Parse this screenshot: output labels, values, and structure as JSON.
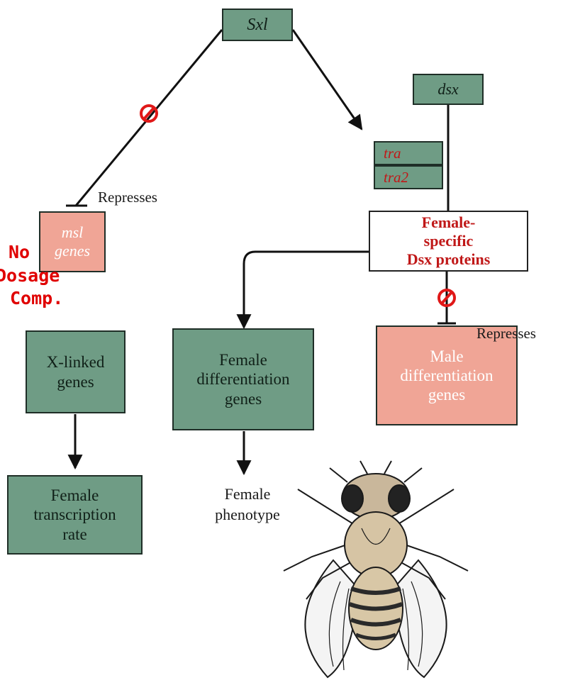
{
  "boxes": {
    "sxl": "Sxl",
    "dsx": "dsx",
    "tra": "tra",
    "tra2": "tra2",
    "msl": [
      "msl",
      "genes"
    ],
    "female_dsx": [
      "Female-",
      "specific",
      "Dsx proteins"
    ],
    "x_linked": [
      "X-linked",
      "genes"
    ],
    "female_diff": [
      "Female",
      "differentiation",
      "genes"
    ],
    "male_diff": [
      "Male",
      "differentiation",
      "genes"
    ],
    "female_tx": [
      "Female",
      "transcription",
      "rate"
    ]
  },
  "labels": {
    "represses_msl": "Represses",
    "represses_male": "Represses",
    "female_phenotype": [
      "Female",
      "phenotype"
    ]
  },
  "annotation": [
    "No",
    "Dosage",
    "Comp."
  ],
  "colors": {
    "gene_box": "#6f9c85",
    "repressed_box": "#f0a596",
    "annotation_red": "#e00000",
    "inhibit_symbol": "#e01818"
  },
  "icons": {
    "inhibit": "prohibition-symbol-icon",
    "fly": "fruit-fly-illustration"
  }
}
